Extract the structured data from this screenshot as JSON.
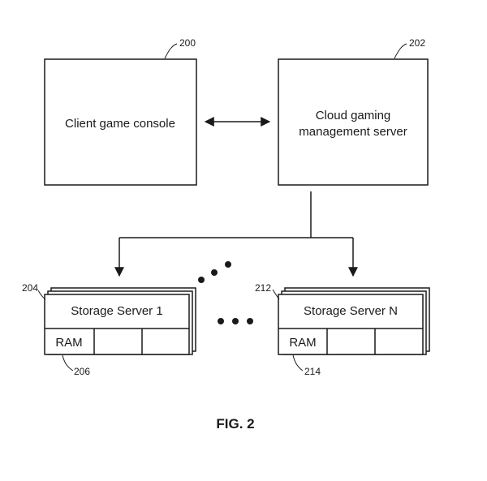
{
  "nodes": {
    "client_console": {
      "lines": [
        "Client game console"
      ],
      "ref": "200"
    },
    "cloud_server": {
      "lines": [
        "Cloud gaming",
        "management server"
      ],
      "ref": "202"
    },
    "storage_1": {
      "label": "Storage Server 1",
      "ram": "RAM",
      "ref": "204",
      "ram_ref": "206"
    },
    "storage_n": {
      "label": "Storage Server N",
      "ram": "RAM",
      "ref": "212",
      "ram_ref": "214"
    }
  },
  "figure_label": "FIG. 2"
}
